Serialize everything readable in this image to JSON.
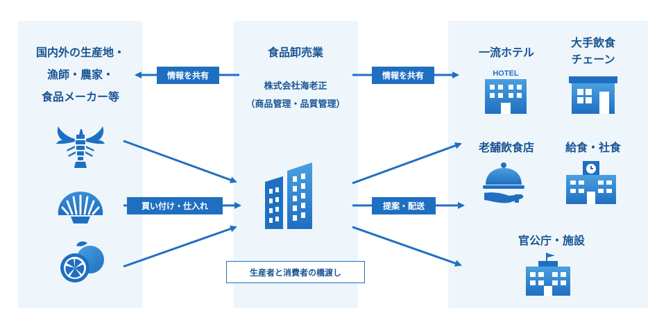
{
  "left": {
    "title_lines": [
      "国内外の生産地・",
      "漁師・農家・",
      "食品メーカー等"
    ]
  },
  "center": {
    "title": "食品卸売業",
    "company": "株式会社海老正",
    "dept": "（商品管理・品質管理）",
    "note": "生産者と消費者の橋渡し"
  },
  "right": {
    "hotel": "一流ホテル",
    "chain_lines": [
      "大手飲食",
      "チェーン"
    ],
    "restaurant": "老舗飲食店",
    "catering": "給食・社食",
    "government": "官公庁・施設",
    "hotel_sign": "HOTEL"
  },
  "tags": {
    "share_left": "情報を共有",
    "share_right": "情報を共有",
    "purchase": "買い付け・仕入れ",
    "delivery": "提案・配送"
  },
  "colors": {
    "accent": "#1f6fc1",
    "panel": "#eef6fc",
    "text": "#1a5492"
  }
}
